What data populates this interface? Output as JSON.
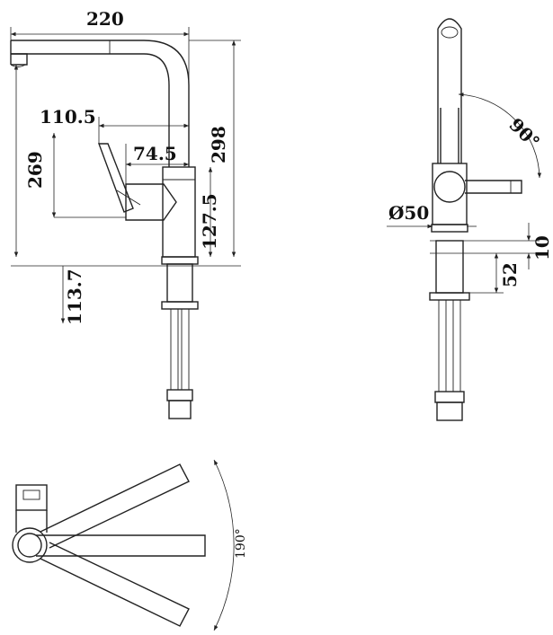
{
  "dimensions": {
    "width_top": "220",
    "lever_reach": "110.5",
    "handle_offset": "74.5",
    "total_height": "298",
    "spout_height": "269",
    "body_height": "127.5",
    "below_deck": "113.7",
    "rotation_handle": "90°",
    "diameter": "Ø50",
    "deck_thickness": "10",
    "base_height": "52",
    "swivel_angle": "190°"
  }
}
